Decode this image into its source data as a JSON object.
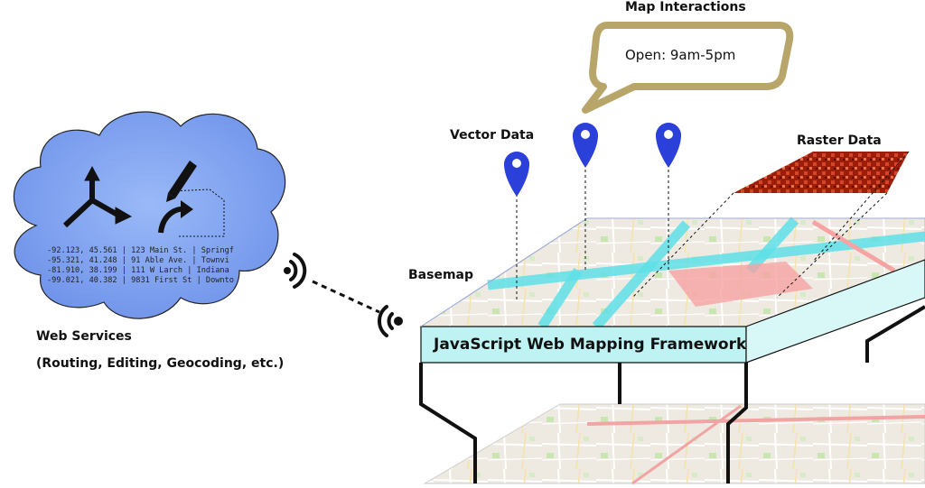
{
  "labels": {
    "map_interactions": "Map Interactions",
    "bubble_text": "Open: 9am-5pm",
    "vector_data": "Vector Data",
    "raster_data": "Raster Data",
    "basemap": "Basemap",
    "web_services": "Web Services",
    "web_services_sub": "(Routing, Editing, Geocoding, etc.)",
    "framework": "JavaScript Web Mapping Framework"
  },
  "geocode_rows": [
    "-92.123, 45.561 | 123 Main St. | Springf",
    "-95.321, 41.248 | 91 Able Ave. | Townvi",
    "-81.910, 38.199 | 111 W Larch | Indiana",
    "-99.021, 40.382 | 9831 First St | Downto"
  ],
  "icons": [
    "cloud-icon",
    "routing-arrows-icon",
    "pencil-edit-icon",
    "wireless-signal-icon",
    "map-pin-icon",
    "speech-bubble-icon"
  ],
  "colors": {
    "cloud_fill": "#7a9ff0",
    "bubble_stroke": "#b8a56a",
    "pin_blue": "#2b3fd9",
    "framework_band": "#bff3f3",
    "road_cyan": "#5fe0e8",
    "raster_red": "#b5280e"
  }
}
